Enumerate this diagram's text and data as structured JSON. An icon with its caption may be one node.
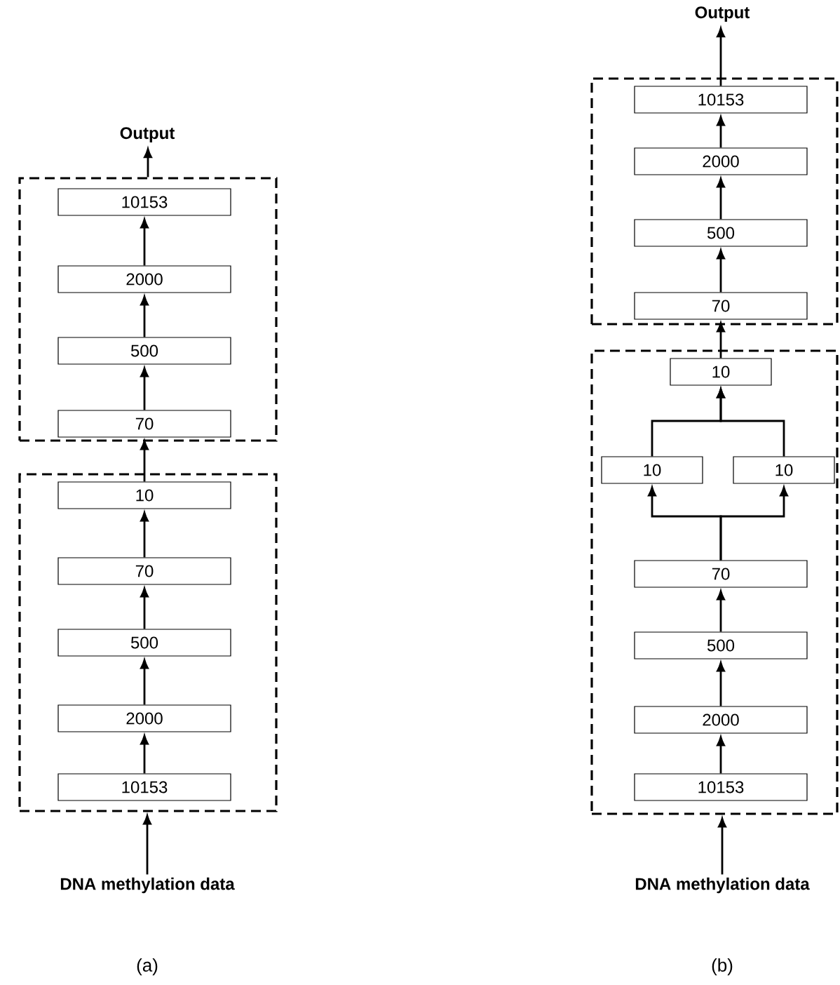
{
  "diagram": {
    "nodes": [
      {
        "text": [
          "Output"
        ]
      },
      {
        "text": [],
        "shape": "box"
      },
      {
        "text": [
          "10153"
        ],
        "in": 1
      },
      {
        "text": [
          "2000"
        ],
        "in": 1
      },
      {
        "text": [
          "500"
        ],
        "in": 1
      },
      {
        "text": [
          "70"
        ],
        "in": 1
      },
      {
        "text": [],
        "shape": "box"
      },
      {
        "text": [
          "10"
        ],
        "in": 6
      },
      {
        "text": [
          "70"
        ],
        "in": 6
      },
      {
        "text": [
          "500"
        ],
        "in": 6
      },
      {
        "text": [
          "2000"
        ],
        "in": 6
      },
      {
        "text": [
          "10153"
        ],
        "in": 6
      },
      {
        "text": [
          "DNA methylation data"
        ]
      },
      {
        "text": [
          "Output"
        ]
      },
      {
        "text": [],
        "shape": "box"
      },
      {
        "text": [
          "10153"
        ],
        "in": 14
      },
      {
        "text": [
          "2000"
        ],
        "in": 14
      },
      {
        "text": [
          "500"
        ],
        "in": 14
      },
      {
        "text": [
          "70"
        ],
        "in": 14
      },
      {
        "text": [],
        "shape": "box"
      },
      {
        "text": [
          "10"
        ],
        "in": 19
      },
      {
        "text": [
          "10"
        ],
        "in": 19
      },
      {
        "text": [
          "10"
        ],
        "in": 19
      },
      {
        "text": [
          "70"
        ],
        "in": 19
      },
      {
        "text": [
          "500"
        ],
        "in": 19
      },
      {
        "text": [
          "2000"
        ],
        "in": 19
      },
      {
        "text": [
          "10153"
        ],
        "in": 19
      },
      {
        "text": [
          "DNA methylation data"
        ]
      }
    ],
    "edges": [
      {
        "from": 12,
        "to": 6,
        "arrow": "to"
      },
      {
        "from": 11,
        "to": 10,
        "arrow": "to"
      },
      {
        "from": 10,
        "to": 9,
        "arrow": "to"
      },
      {
        "from": 9,
        "to": 8,
        "arrow": "to"
      },
      {
        "from": 8,
        "to": 7,
        "arrow": "to"
      },
      {
        "from": 7,
        "to": 5,
        "arrow": "to"
      },
      {
        "from": 5,
        "to": 4,
        "arrow": "to"
      },
      {
        "from": 4,
        "to": 3,
        "arrow": "to"
      },
      {
        "from": 3,
        "to": 2,
        "arrow": "to"
      },
      {
        "from": 1,
        "to": 0,
        "arrow": "to"
      },
      {
        "from": 27,
        "to": 19,
        "arrow": "to"
      },
      {
        "from": 26,
        "to": 25,
        "arrow": "to"
      },
      {
        "from": 25,
        "to": 24,
        "arrow": "to"
      },
      {
        "from": 24,
        "to": 23,
        "arrow": "to"
      },
      {
        "from": 23,
        "to": 21,
        "arrow": "to"
      },
      {
        "from": 23,
        "to": 22,
        "arrow": "to"
      },
      {
        "from": 21,
        "to": 20,
        "arrow": "to"
      },
      {
        "from": 22,
        "to": 20,
        "arrow": "to"
      },
      {
        "from": 20,
        "to": 18,
        "arrow": "to"
      },
      {
        "from": 18,
        "to": 17,
        "arrow": "to"
      },
      {
        "from": 17,
        "to": 16,
        "arrow": "to"
      },
      {
        "from": 16,
        "to": 15,
        "arrow": "to"
      },
      {
        "from": 15,
        "to": 13,
        "arrow": "to"
      }
    ],
    "labels": [
      "(a)",
      "(b)"
    ]
  }
}
